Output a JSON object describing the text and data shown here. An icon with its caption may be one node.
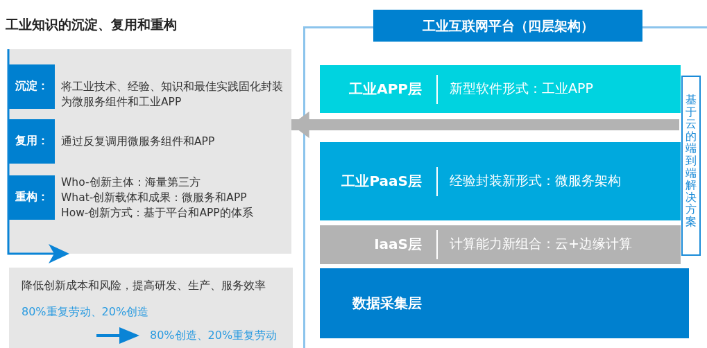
{
  "diagram": {
    "nodes": [
      {
        "text": [
          "工业知识的沉淀、复用和重构"
        ]
      },
      {
        "text": [
          "沉淀："
        ],
        "in": 0,
        "beside": [
          "将工业技术、经验、知识和最佳实践固化封装为微服务组件和工业APP"
        ]
      },
      {
        "text": [
          "复用："
        ],
        "in": 0,
        "beside": [
          "通过反复调用微服务组件和APP"
        ]
      },
      {
        "text": [
          "重构："
        ],
        "in": 0,
        "beside": [
          "Who-创新主体：海量第三方",
          "What-创新载体和成果：微服务和APP",
          "How-创新方式：基于平台和APP的体系"
        ]
      },
      {
        "text": [
          "降低创新成本和风险，提高研发、生产、服务效率",
          "80%重复劳动、20%创造",
          "80%创造、20%重复劳动"
        ]
      },
      {
        "text": [
          "工业互联网平台（四层架构）"
        ]
      },
      {
        "text": [
          "工业APP层",
          "新型软件形式：工业APP"
        ],
        "in": 5
      },
      {
        "text": [
          "工业PaaS层",
          "经验封装新形式：微服务架构"
        ],
        "in": 5
      },
      {
        "text": [
          "IaaS层",
          "计算能力新组合：云+边缘计算"
        ],
        "in": 5
      },
      {
        "text": [
          "数据采集层"
        ],
        "in": 5
      },
      {
        "text": [
          "基于云的端到端解决方案"
        ],
        "in": 5
      }
    ],
    "edges": [
      {
        "from": 10,
        "to": 0,
        "arrow": "to"
      }
    ]
  }
}
